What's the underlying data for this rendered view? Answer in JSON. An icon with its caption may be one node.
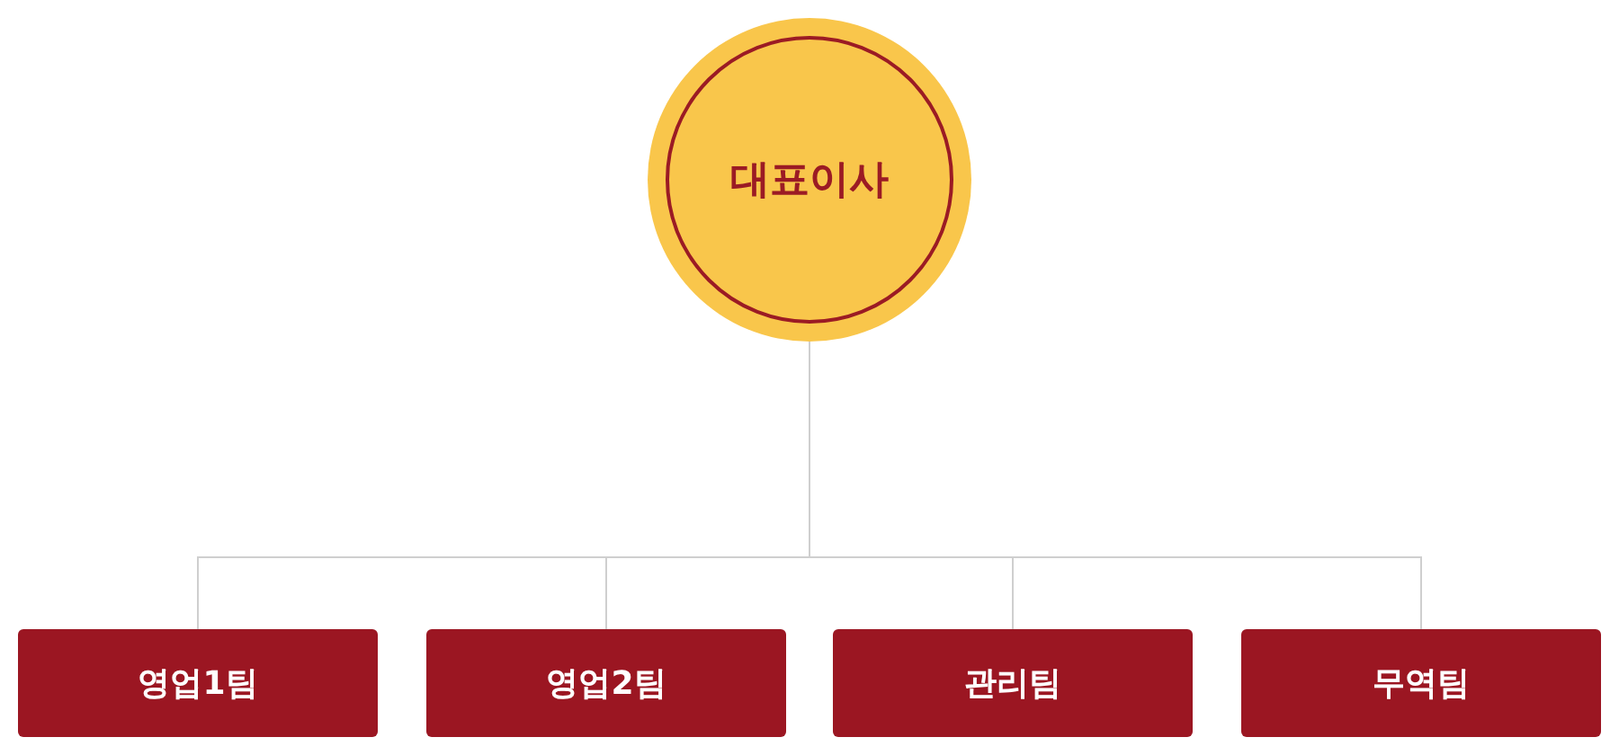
{
  "diagram": {
    "nodes": [
      {
        "text": [
          "대표이사"
        ]
      },
      {
        "text": [
          "영업1팀"
        ]
      },
      {
        "text": [
          "영업2팀"
        ]
      },
      {
        "text": [
          "관리팀"
        ]
      },
      {
        "text": [
          "무역팀"
        ]
      }
    ],
    "edges": [
      {
        "from": 0,
        "to": 1,
        "arrow": "none"
      },
      {
        "from": 0,
        "to": 2,
        "arrow": "none"
      },
      {
        "from": 0,
        "to": 3,
        "arrow": "none"
      },
      {
        "from": 0,
        "to": 4,
        "arrow": "none"
      }
    ]
  }
}
